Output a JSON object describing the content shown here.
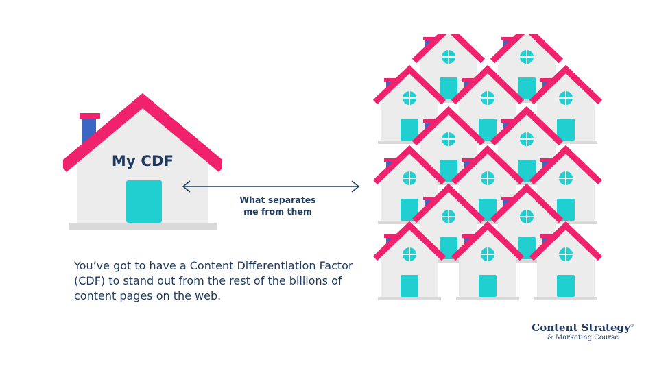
{
  "main_house": {
    "label": "My CDF"
  },
  "arrow": {
    "caption_line1": "What separates",
    "caption_line2": "me from them"
  },
  "description": {
    "line1": "You’ve got to have a Content Differentiation Factor",
    "line2": "(CDF) to stand out from the rest of the billions of",
    "line3": "content pages on the web."
  },
  "brand": {
    "name": "Content Strategy",
    "trademark": "®",
    "tagline": "& Marketing Course"
  },
  "colors": {
    "roof": "#f0226e",
    "chimney": "#3a66c4",
    "wall": "#ececec",
    "door": "#20cfcf",
    "ground": "#d9d9d9",
    "text": "#1f3a5f"
  }
}
